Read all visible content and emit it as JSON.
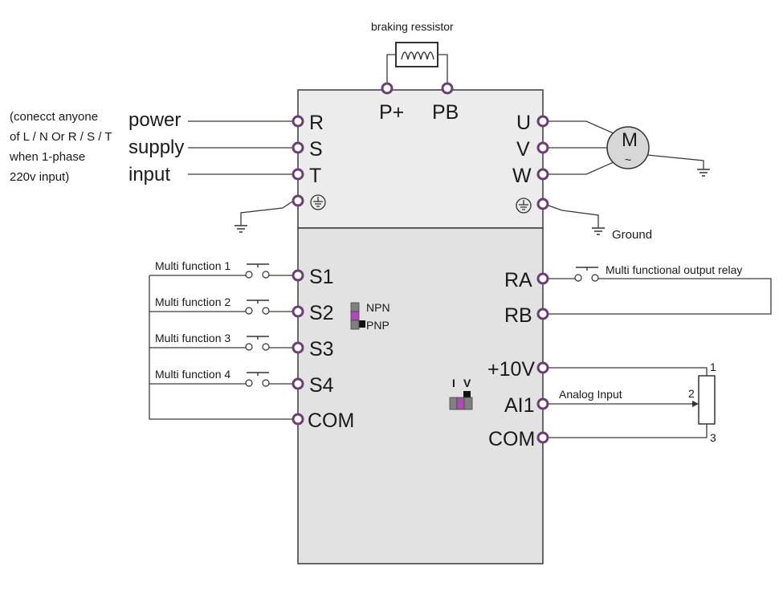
{
  "resistor": {
    "label": "braking ressistor"
  },
  "power": {
    "note": [
      "(conecct anyone",
      "of L / N Or R / S / T",
      "when 1-phase",
      "220v input)"
    ],
    "labels": [
      "power",
      "supply",
      "input"
    ]
  },
  "top_terminals": {
    "p_plus": "P+",
    "pb": "PB"
  },
  "input_terminals": [
    "R",
    "S",
    "T"
  ],
  "output_terminals": [
    "U",
    "V",
    "W"
  ],
  "motor": {
    "letter": "M",
    "symbol": "~"
  },
  "ground_label": "Ground",
  "digital_inputs": [
    {
      "terminal": "S1",
      "switch_label": "Multi function 1"
    },
    {
      "terminal": "S2",
      "switch_label": "Multi function 2"
    },
    {
      "terminal": "S3",
      "switch_label": "Multi function 3"
    },
    {
      "terminal": "S4",
      "switch_label": "Multi function 4"
    }
  ],
  "com_left": "COM",
  "npn_pnp": {
    "npn": "NPN",
    "pnp": "PNP"
  },
  "iv_jumper": {
    "i": "I",
    "v": "V"
  },
  "relay": {
    "ra": "RA",
    "rb": "RB",
    "label": "Multi functional output relay"
  },
  "analog": {
    "v10": "+10V",
    "ai1": "AI1",
    "com": "COM",
    "label": "Analog Input",
    "pot_pins": [
      "1",
      "2",
      "3"
    ]
  },
  "colors": {
    "panel_top": "#ececec",
    "panel_bottom": "#e2e2e2",
    "pin_stroke": "#6b3f73",
    "switch_purple": "#b04ab8",
    "switch_gray": "#808080"
  }
}
